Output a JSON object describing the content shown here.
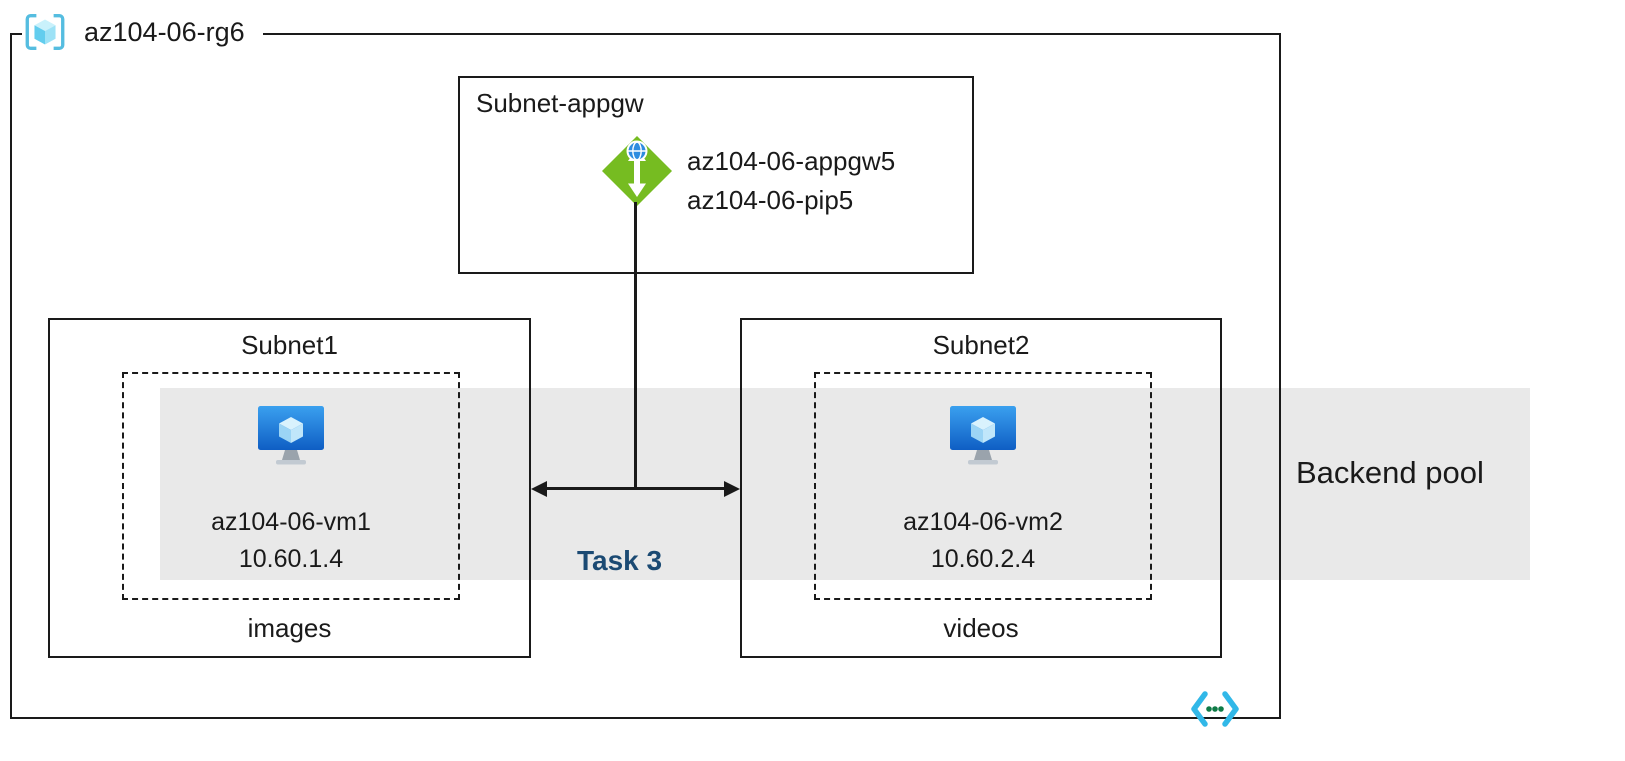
{
  "resource_group": {
    "name": "az104-06-rg6"
  },
  "appgw": {
    "subnet_title": "Subnet-appgw",
    "line1": "az104-06-appgw5",
    "line2": "az104-06-pip5"
  },
  "subnet1": {
    "title": "Subnet1",
    "vm_name": "az104-06-vm1",
    "vm_ip": "10.60.1.4",
    "caption": "images"
  },
  "subnet2": {
    "title": "Subnet2",
    "vm_name": "az104-06-vm2",
    "vm_ip": "10.60.2.4",
    "caption": "videos"
  },
  "backend_pool": {
    "label": "Backend pool"
  },
  "task": {
    "label": "Task 3"
  },
  "icons": {
    "top_left": "resource-group-icon",
    "gateway": "application-gateway-icon",
    "machines": "virtual-machine-icon",
    "bottom_right": "virtual-network-icon"
  },
  "colors": {
    "appgw_green": "#76bc21",
    "vm_blue": "#2a8fe0",
    "task_text": "#1b4a73",
    "backend_band": "#e9e9e9",
    "vnet_cyan": "#31b8e8",
    "border": "#1a1a1a"
  }
}
